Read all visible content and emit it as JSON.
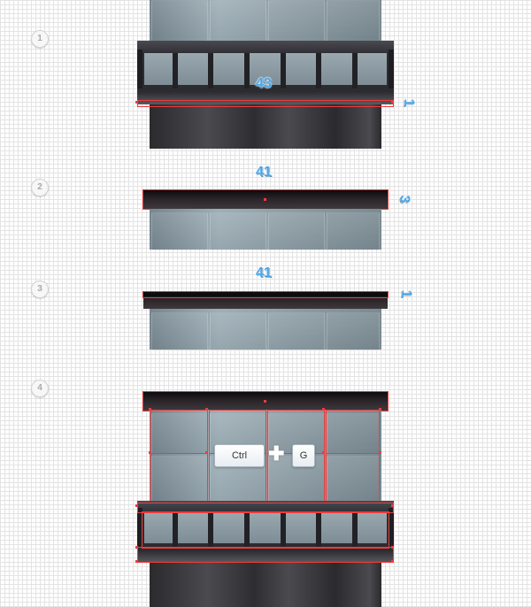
{
  "steps": [
    "1",
    "2",
    "3",
    "4"
  ],
  "measurements": {
    "step1_width": "43",
    "step1_height": "1",
    "step2_width": "41",
    "step2_height": "3",
    "step3_width": "41",
    "step3_height": "1"
  },
  "shortcut": {
    "key1": "Ctrl",
    "key2": "G",
    "plus_symbol": "✚"
  },
  "colors": {
    "selection": "#ef3b3b",
    "measurement": "#4aa5e8",
    "glass": "#8e9ea6",
    "rail": "#1c181b"
  }
}
